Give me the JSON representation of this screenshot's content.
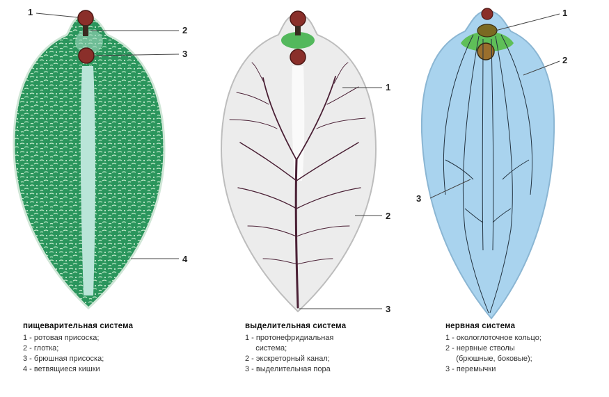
{
  "panels": {
    "digestive": {
      "title": "пищеварительная система",
      "items": [
        "1 - ротовая присоска;",
        "2 - глотка;",
        "3 - брюшная присоска;",
        "4 - ветвящиеся кишки"
      ],
      "callouts": [
        "1",
        "2",
        "3",
        "4"
      ]
    },
    "excretory": {
      "title": "выделительная система",
      "items": [
        "1 - протонефридиальная",
        "     система;",
        "2 - экскреторный канал;",
        "3 - выделительная пора"
      ],
      "callouts": [
        "1",
        "2",
        "3"
      ]
    },
    "nervous": {
      "title": "нервная система",
      "items": [
        "1 - окологлоточное кольцо;",
        "2 - нервные стволы",
        "     (брюшные, боковые);",
        "3 - перемычки"
      ],
      "callouts": [
        "1",
        "2",
        "3"
      ]
    }
  },
  "colors": {
    "digestive_body": "#2e9a62",
    "excretory_body": "#ececec",
    "excretory_vessels": "#4a2035",
    "nervous_body": "#a9d3ee",
    "nerve": "#23323f",
    "sucker": "#8a2f2a",
    "pharynx_ring": "#53b85c"
  }
}
